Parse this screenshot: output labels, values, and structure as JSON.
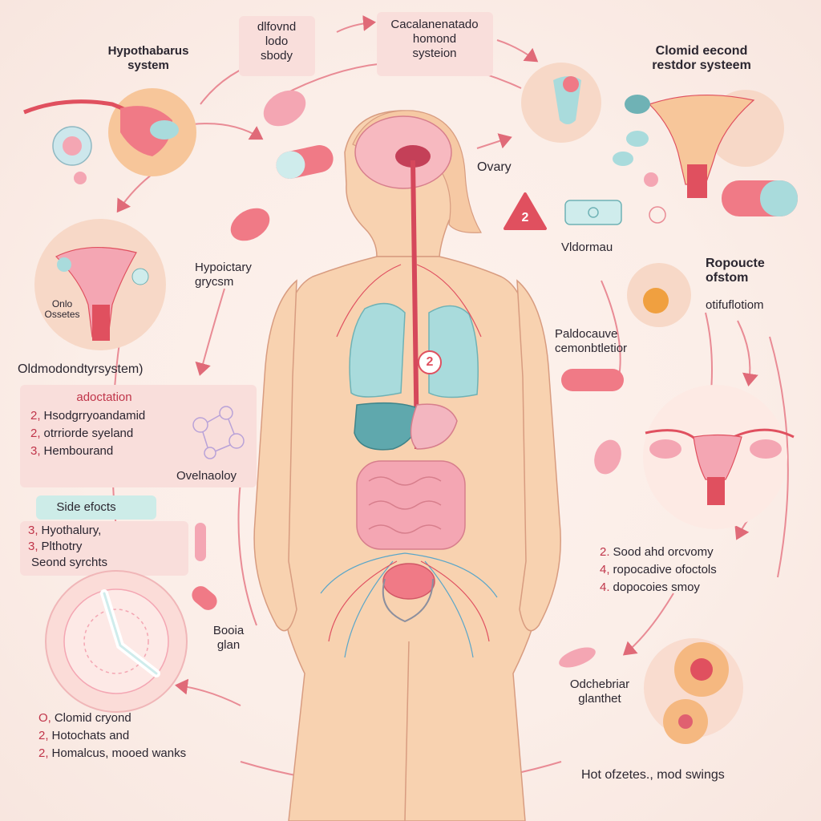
{
  "colors": {
    "background": "#fbeee8",
    "accent_red": "#e0505f",
    "skin": "#f8d2b0",
    "organ_pink": "#f4a6b3",
    "organ_teal": "#a9dbdc",
    "box_pink": "#f9dedb",
    "box_teal": "#cdece8",
    "arrow": "#e06a78"
  },
  "labels": {
    "hypothalamus_system": "Hypothabarus\nsystem",
    "body_box": "dlfovnd\nlodo\nsbody",
    "hormonal_box": "Cacalanenatado\nhomond\nsysteion",
    "clomid_second": "Clomid eecond\nrestdor systeem",
    "ovary": "Ovary",
    "warning_number": "2",
    "vidormau": "Vldormau",
    "hypoictary": "Hypoictary\ngrycsm",
    "ovary_small_label": "Onlo\nOssetes",
    "ropoucte": "Ropoucte\nofstom",
    "otifuflotiom": "otifuflotiom",
    "paldocuove": "Paldocauve\ncemonbtletior",
    "oldmodondtysystem": "Oldmodondtyrsystem)",
    "ovelnaoloy": "Ovelnaoloy",
    "stomach_number": "2",
    "boota_glan": "Booia\nglan",
    "odchebriar": "Odchebriar\nglanthet",
    "hot_flashes": "Hot ofzetes., mod swings"
  },
  "adoration_box": {
    "title": "adoctation",
    "items": [
      {
        "num": "2,",
        "text": "Hsodgrryoandamid"
      },
      {
        "num": "2,",
        "text": "otrriorde syeland"
      },
      {
        "num": "3,",
        "text": "Hembourand"
      }
    ]
  },
  "side_effects": {
    "title": "Side efocts",
    "items": [
      {
        "num": "3,",
        "text": "Hyothalury,"
      },
      {
        "num": "3,",
        "text": "Plthotry"
      },
      {
        "num": "",
        "text": "Seond syrchts"
      }
    ]
  },
  "right_list": {
    "items": [
      {
        "num": "2.",
        "text": "Sood ahd orcvomy"
      },
      {
        "num": "4,",
        "text": "ropocadive ofoctols"
      },
      {
        "num": "4.",
        "text": "dopocoies smoy"
      }
    ]
  },
  "bottom_left_list": {
    "items": [
      {
        "num": "O,",
        "text": "Clomid cryond"
      },
      {
        "num": "2,",
        "text": "Hotochats and"
      },
      {
        "num": "2,",
        "text": "Homalcus, mooed wanks"
      }
    ]
  }
}
